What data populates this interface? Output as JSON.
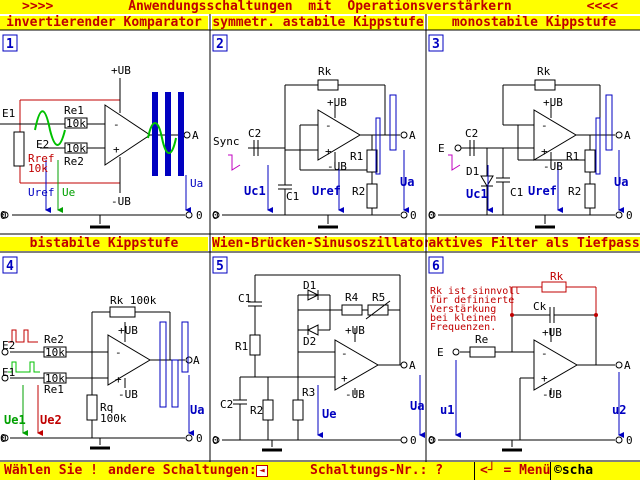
{
  "header": {
    "left_arrows": ">>>>",
    "title": "Anwendungsschaltungen  mit  Operationsverstärkern",
    "right_arrows": "<<<<"
  },
  "panels": [
    {
      "number": "1",
      "title": "invertierender Komparator",
      "labels": {
        "ub_plus": "+UB",
        "ub_minus": "-UB",
        "e1": "E1",
        "e2": "E2",
        "re1": "Re1",
        "re2": "Re2",
        "r1": "10k",
        "r2": "10k",
        "rref": "Rref",
        "rref_val": "10k",
        "uref": "Uref",
        "ue": "Ue",
        "ua": "Ua",
        "out": "A",
        "zero_l": "0",
        "zero_r": "0",
        "minus": "-",
        "plus": "+"
      }
    },
    {
      "number": "2",
      "title": "symmetr. astabile Kippstufe",
      "labels": {
        "rk": "Rk",
        "ub_plus": "+UB",
        "ub_minus": "-UB",
        "sync": "Sync",
        "c2": "C2",
        "c1": "C1",
        "r1": "R1",
        "r2": "R2",
        "uc1": "Uc1",
        "uref": "Uref",
        "ua": "Ua",
        "out": "A",
        "zero_l": "0",
        "zero_r": "0",
        "minus": "-",
        "plus": "+"
      }
    },
    {
      "number": "3",
      "title": "monostabile Kippstufe",
      "labels": {
        "rk": "Rk",
        "ub_plus": "+UB",
        "ub_minus": "-UB",
        "e": "E",
        "c2": "C2",
        "d1": "D1",
        "c1": "C1",
        "r1": "R1",
        "r2": "R2",
        "uc1": "Uc1",
        "uref": "Uref",
        "ua": "Ua",
        "out": "A",
        "zero_l": "0",
        "zero_r": "0",
        "minus": "-",
        "plus": "+"
      }
    },
    {
      "number": "4",
      "title": "bistabile Kippstufe",
      "labels": {
        "rk": "Rk 100k",
        "ub_plus": "+UB",
        "ub_minus": "-UB",
        "re2": "Re2",
        "re1": "Re1",
        "e2": "E2",
        "e1": "E1",
        "r1": "10k",
        "r2": "10k",
        "rq": "Rq",
        "rq_val": "100k",
        "ue1": "Ue1",
        "ue2": "Ue2",
        "ua": "Ua",
        "out": "A",
        "zero_l": "0",
        "zero_r": "0",
        "minus": "-",
        "plus": "+"
      }
    },
    {
      "number": "5",
      "title": "Wien-Brücken-Sinusoszillator",
      "labels": {
        "c1": "C1",
        "r1": "R1",
        "c2": "C2",
        "r2": "R2",
        "d1": "D1",
        "d2": "D2",
        "r4": "R4",
        "r5": "R5",
        "r3": "R3",
        "ue": "Ue",
        "ua": "Ua",
        "ub_plus": "+UB",
        "ub_minus": "-UB",
        "out": "A",
        "zero_l": "0",
        "zero_r": "0",
        "minus": "-",
        "plus": "+"
      }
    },
    {
      "number": "6",
      "title": "aktives Filter als Tiefpass",
      "labels": {
        "note": [
          "Rk ist sinnvoll",
          "für definierte",
          "Verstärkung",
          "bei kleinen",
          "Frequenzen."
        ],
        "rk": "Rk",
        "ck": "Ck",
        "re": "Re",
        "e": "E",
        "ub_plus": "+UB",
        "ub_minus": "-UB",
        "u1": "u1",
        "u2": "u2",
        "out": "A",
        "zero_l": "0",
        "zero_r": "0",
        "minus": "-",
        "plus": "+"
      }
    }
  ],
  "footer": {
    "prompt": "Wählen Sie !",
    "other": "andere Schaltungen:",
    "circuit_no": "Schaltungs-Nr.: ?",
    "menu": "<┘ = Menü",
    "copyright": "©scha"
  },
  "colors": {
    "panel_bg": "#ffff00",
    "title_text": "#c00000",
    "wire": "#000000",
    "signal_blue": "#0000c0",
    "component_red": "#c00000",
    "sine_green": "#00c000",
    "accent": "#00a000"
  }
}
